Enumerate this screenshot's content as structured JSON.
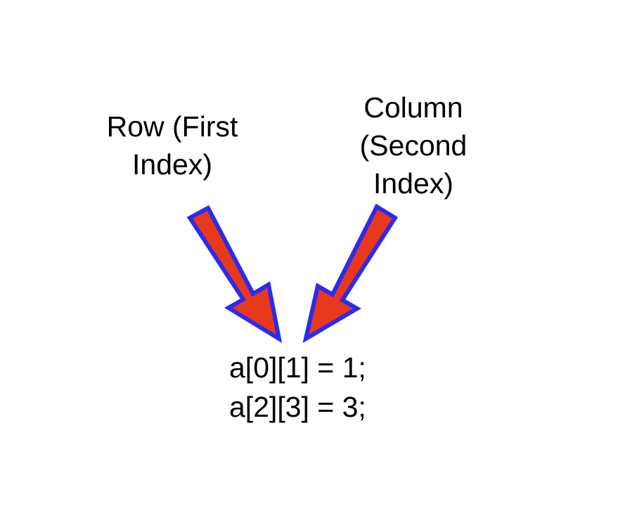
{
  "row_label": {
    "line1": "Row (First",
    "line2": "Index)"
  },
  "column_label": {
    "line1": "Column",
    "line2": "(Second",
    "line3": "Index)"
  },
  "code": {
    "line1": "a[0][1] = 1;",
    "line2": "a[2][3] = 3;"
  },
  "colors": {
    "arrow_fill": "#E8391C",
    "arrow_stroke": "#2B2BF0",
    "text": "#000000",
    "background": "#FFFFFF"
  }
}
